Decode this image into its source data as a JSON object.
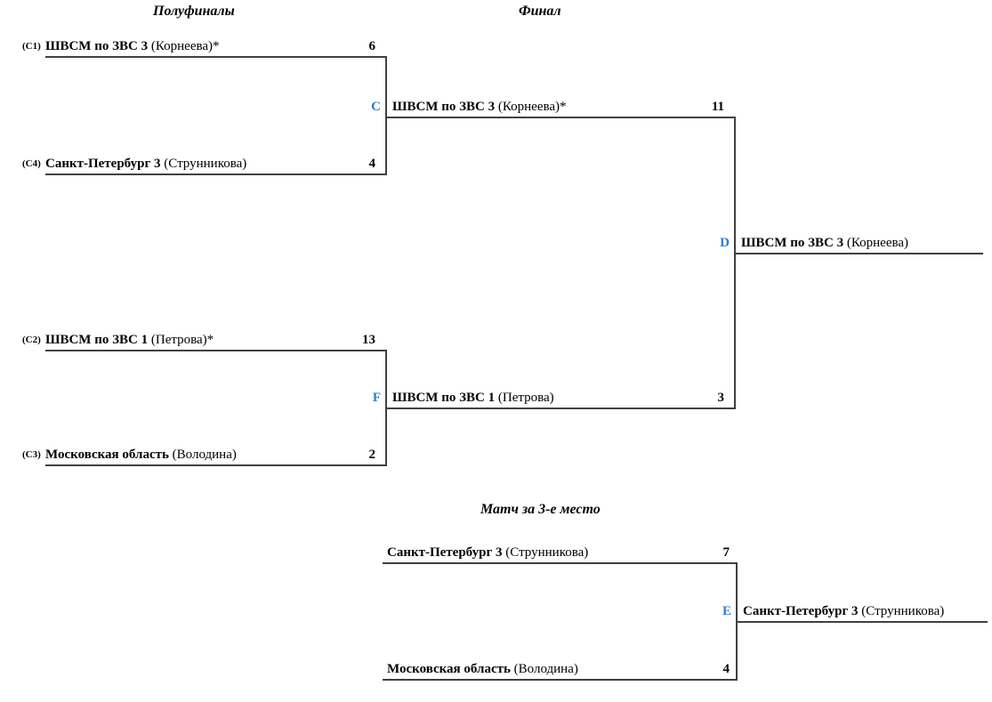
{
  "headers": {
    "semifinals": "Полуфиналы",
    "final": "Финал",
    "third_place": "Матч за 3-е место"
  },
  "colors": {
    "line": "#404040",
    "slot_letter": "#2B7CD9",
    "text": "#000000"
  },
  "semifinal1": {
    "top": {
      "seed": "(С1)",
      "team": "ШВСМ по ЗВС 3",
      "detail": " (Корнеева)*",
      "score": "6"
    },
    "bottom": {
      "seed": "(С4)",
      "team": "Санкт-Петербург 3",
      "detail": " (Струнникова)",
      "score": "4"
    },
    "winner": {
      "letter": "C",
      "team": "ШВСМ по ЗВС 3",
      "detail": " (Корнеева)*",
      "score": "11"
    }
  },
  "semifinal2": {
    "top": {
      "seed": "(С2)",
      "team": "ШВСМ по ЗВС 1",
      "detail": " (Петрова)*",
      "score": "13"
    },
    "bottom": {
      "seed": "(С3)",
      "team": "Московская область",
      "detail": " (Володина)",
      "score": "2"
    },
    "winner": {
      "letter": "F",
      "team": "ШВСМ по ЗВС 1",
      "detail": " (Петрова)",
      "score": "3"
    }
  },
  "final": {
    "winner": {
      "letter": "D",
      "team": "ШВСМ по ЗВС 3",
      "detail": " (Корнеева)"
    }
  },
  "third_place": {
    "top": {
      "team": "Санкт-Петербург 3",
      "detail": " (Струнникова)",
      "score": "7"
    },
    "bottom": {
      "team": "Московская область",
      "detail": " (Володина)",
      "score": "4"
    },
    "winner": {
      "letter": "E",
      "team": "Санкт-Петербург 3",
      "detail": " (Струнникова)"
    }
  }
}
